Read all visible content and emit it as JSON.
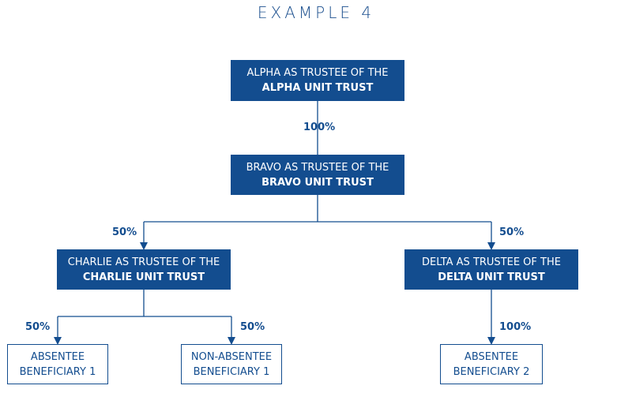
{
  "title": "EXAMPLE 4",
  "nodes": {
    "alpha": {
      "line1": "ALPHA AS TRUSTEE OF THE",
      "line2": "ALPHA UNIT TRUST"
    },
    "bravo": {
      "line1": "BRAVO AS TRUSTEE OF THE",
      "line2": "BRAVO UNIT TRUST"
    },
    "charlie": {
      "line1": "CHARLIE AS TRUSTEE OF THE",
      "line2": "CHARLIE UNIT TRUST"
    },
    "delta": {
      "line1": "DELTA AS TRUSTEE OF THE",
      "line2": "DELTA UNIT TRUST"
    },
    "absentee1": {
      "line1": "ABSENTEE",
      "line2": "BENEFICIARY 1"
    },
    "nonabsentee1": {
      "line1": "NON-ABSENTEE",
      "line2": "BENEFICIARY 1"
    },
    "absentee2": {
      "line1": "ABSENTEE",
      "line2": "BENEFICIARY 2"
    }
  },
  "edges": {
    "alpha_bravo": "100%",
    "bravo_charlie": "50%",
    "bravo_delta": "50%",
    "charlie_absentee1": "50%",
    "charlie_nonabsentee1": "50%",
    "delta_absentee2": "100%"
  },
  "colors": {
    "primary": "#134d8f",
    "title": "#1b4f8e"
  }
}
